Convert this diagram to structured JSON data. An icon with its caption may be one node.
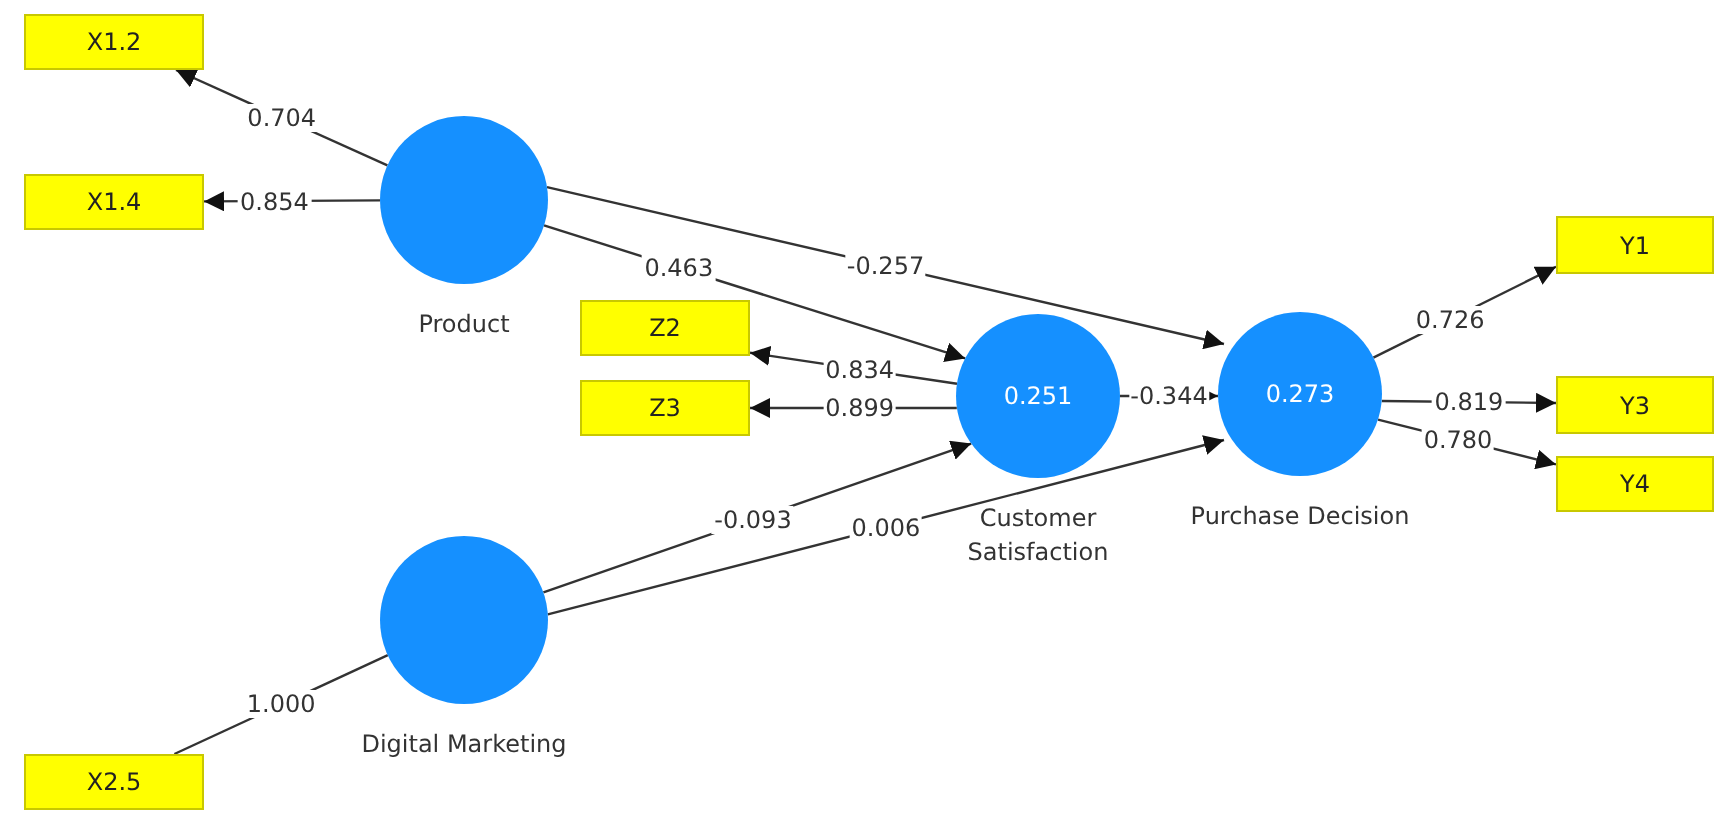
{
  "diagram": {
    "nodes": [
      {
        "text": [
          "X1.2"
        ]
      },
      {
        "text": [
          "X1.4"
        ]
      },
      {
        "text": [
          "Product"
        ]
      },
      {
        "text": [
          "Z2"
        ]
      },
      {
        "text": [
          "Z3"
        ]
      },
      {
        "text": [
          "Y1"
        ]
      },
      {
        "text": [
          "0.251",
          "Customer Satisfaction"
        ]
      },
      {
        "text": [
          "0.273",
          "Purchase Decision"
        ]
      },
      {
        "text": [
          "Y3"
        ]
      },
      {
        "text": [
          "Y4"
        ]
      },
      {
        "text": [
          "Digital Marketing"
        ]
      },
      {
        "text": [
          "X2.5"
        ]
      }
    ],
    "edges": [
      {
        "from": 2,
        "to": 0,
        "arrow": "to",
        "label": "0.704"
      },
      {
        "from": 2,
        "to": 1,
        "arrow": "to",
        "label": "0.854"
      },
      {
        "from": 2,
        "to": 6,
        "arrow": "to",
        "label": "0.463"
      },
      {
        "from": 2,
        "to": 7,
        "arrow": "to",
        "label": "-0.257"
      },
      {
        "from": 6,
        "to": 3,
        "arrow": "to",
        "label": "0.834"
      },
      {
        "from": 6,
        "to": 4,
        "arrow": "to",
        "label": "0.899"
      },
      {
        "from": 10,
        "to": 6,
        "arrow": "to",
        "label": "-0.093"
      },
      {
        "from": 10,
        "to": 7,
        "arrow": "to",
        "label": "0.006"
      },
      {
        "from": 6,
        "to": 7,
        "arrow": "to",
        "label": "-0.344"
      },
      {
        "from": 7,
        "to": 5,
        "arrow": "to",
        "label": "0.726"
      },
      {
        "from": 7,
        "to": 8,
        "arrow": "to",
        "label": "0.819"
      },
      {
        "from": 7,
        "to": 9,
        "arrow": "to",
        "label": "0.780"
      },
      {
        "from": 10,
        "to": 11,
        "arrow": "none",
        "label": "1.000"
      }
    ]
  }
}
